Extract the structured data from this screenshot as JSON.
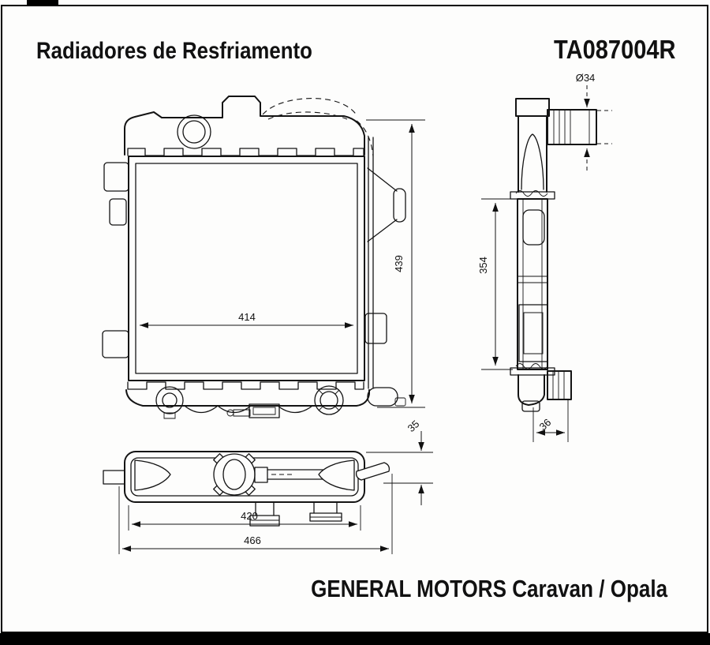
{
  "header": {
    "title": "Radiadores de Resfriamento",
    "part_number": "TA087004R"
  },
  "footer": {
    "application": "GENERAL MOTORS Caravan / Opala"
  },
  "drawing": {
    "front_view": {
      "width_dim": "414",
      "height_dim": "439"
    },
    "side_view": {
      "core_height_dim": "354",
      "inlet_diameter_dim": "Ø34",
      "bottom_depth_dim": "36"
    },
    "top_view": {
      "tank_thickness_dim": "35",
      "mount_width_dim": "420",
      "overall_width_dim": "466"
    }
  }
}
